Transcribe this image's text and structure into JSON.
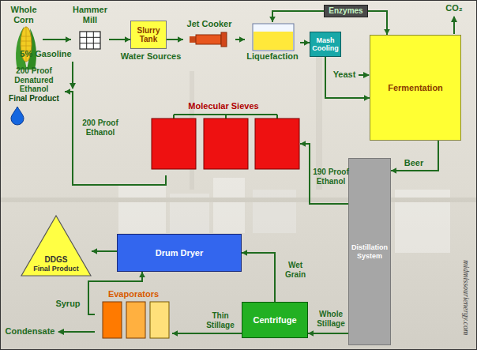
{
  "diagram": {
    "nodes": [
      {
        "text": [
          "Whole Corn"
        ]
      },
      {
        "text": [
          "Hammer Mill"
        ]
      },
      {
        "text": [
          "Slurry Tank"
        ]
      },
      {
        "text": [
          "Jet Cooker"
        ]
      },
      {
        "text": [
          "Liquefaction"
        ]
      },
      {
        "text": [
          "Mash Cooling"
        ]
      },
      {
        "text": [
          "Enzymes"
        ]
      },
      {
        "text": [
          "Fermentation"
        ]
      },
      {
        "text": [
          "200 Proof Denatured Ethanol",
          "Final Product"
        ]
      },
      {
        "text": [
          "Molecular Sieves"
        ]
      },
      {
        "text": [
          "Distillation System"
        ]
      },
      {
        "text": [
          "DDGS",
          "Final Product"
        ]
      },
      {
        "text": [
          "Drum Dryer"
        ]
      },
      {
        "text": [
          "Evaporators"
        ]
      },
      {
        "text": [
          "Centrifuge"
        ]
      }
    ],
    "edges": [
      {
        "from": 0,
        "to": 1,
        "arrow": "to"
      },
      {
        "from": 1,
        "to": 2,
        "arrow": "to"
      },
      {
        "from": 2,
        "to": 3,
        "arrow": "to"
      },
      {
        "from": 3,
        "to": 4,
        "arrow": "to"
      },
      {
        "from": 4,
        "to": 5,
        "arrow": "to"
      },
      {
        "from": 6,
        "to": 4,
        "arrow": "to"
      },
      {
        "from": 6,
        "to": 7,
        "arrow": "to"
      },
      {
        "from": 5,
        "to": 7,
        "arrow": "to"
      },
      {
        "from": 7,
        "to": 10,
        "label": "Beer",
        "arrow": "to"
      },
      {
        "from": 10,
        "to": 9,
        "label": "190 Proof Ethanol",
        "arrow": "to"
      },
      {
        "from": 9,
        "to": 8,
        "label": "200 Proof Ethanol",
        "arrow": "to"
      },
      {
        "from": 10,
        "to": 14,
        "label": "Whole Stillage",
        "arrow": "to"
      },
      {
        "from": 14,
        "to": 12,
        "label": "Wet Grain",
        "arrow": "to"
      },
      {
        "from": 14,
        "to": 13,
        "label": "Thin Stillage",
        "arrow": "to"
      },
      {
        "from": 13,
        "to": 12,
        "label": "Syrup",
        "arrow": "to"
      },
      {
        "from": 12,
        "to": 11,
        "arrow": "to"
      }
    ],
    "labels": [
      "CO₂",
      "Yeast",
      "Water Sources",
      "5% Gasoline",
      "Condensate",
      "midmissourienergy.com"
    ]
  }
}
